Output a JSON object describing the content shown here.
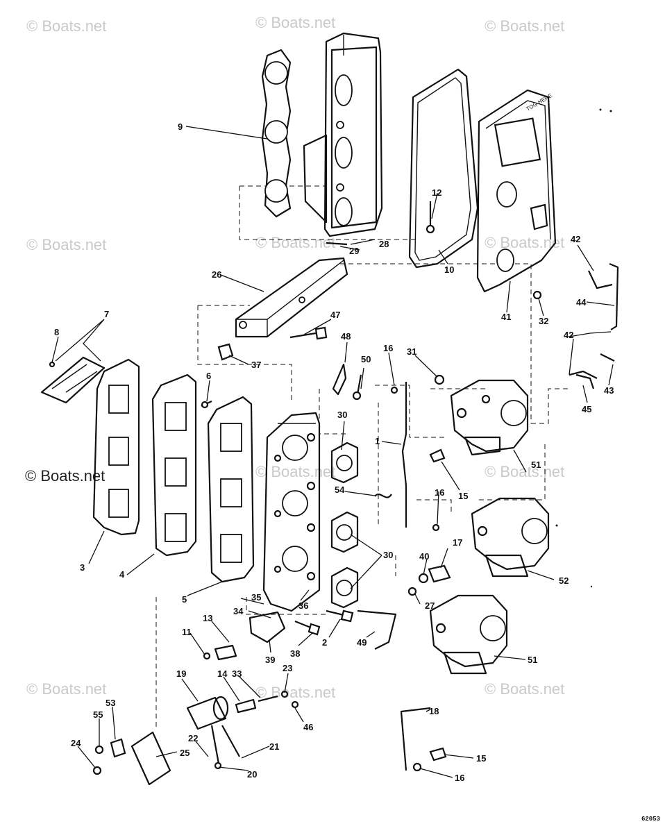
{
  "diagram": {
    "drawing_code": "62053",
    "cover_text": "TOG HERE",
    "watermarks": {
      "w1": "© Boats.net",
      "w2": "© Boats.net",
      "w3": "© Boats.net",
      "w4": "© Boats.net",
      "w5": "© Boats.net",
      "w6": "© Boats.net",
      "w7": "© Boats.net",
      "w8": "© Boats.net",
      "w9": "© Boats.net",
      "w10": "© Boats.net",
      "w11": "© Boats.net",
      "w12": "© Boats.net"
    },
    "callouts": {
      "c1": "1",
      "c2": "2",
      "c3": "3",
      "c4": "4",
      "c5": "5",
      "c6": "6",
      "c7": "7",
      "c8": "8",
      "c9": "9",
      "c10": "10",
      "c11": "11",
      "c12": "12",
      "c13": "13",
      "c14": "14",
      "c15a": "15",
      "c15b": "15",
      "c16a": "16",
      "c16b": "16",
      "c16c": "16",
      "c17": "17",
      "c18": "18",
      "c19": "19",
      "c20": "20",
      "c21": "21",
      "c22": "22",
      "c23": "23",
      "c24": "24",
      "c25": "25",
      "c26": "26",
      "c27": "27",
      "c28": "28",
      "c29": "29",
      "c30a": "30",
      "c30b": "30",
      "c31": "31",
      "c32": "32",
      "c33": "33",
      "c34": "34",
      "c35": "35",
      "c36": "36",
      "c37": "37",
      "c38": "38",
      "c39": "39",
      "c40": "40",
      "c41": "41",
      "c42a": "42",
      "c42b": "42",
      "c43": "43",
      "c44": "44",
      "c45": "45",
      "c46": "46",
      "c47": "47",
      "c48": "48",
      "c49": "49",
      "c50": "50",
      "c51a": "51",
      "c51b": "51",
      "c52": "52",
      "c53": "53",
      "c54": "54",
      "c55": "55"
    }
  }
}
